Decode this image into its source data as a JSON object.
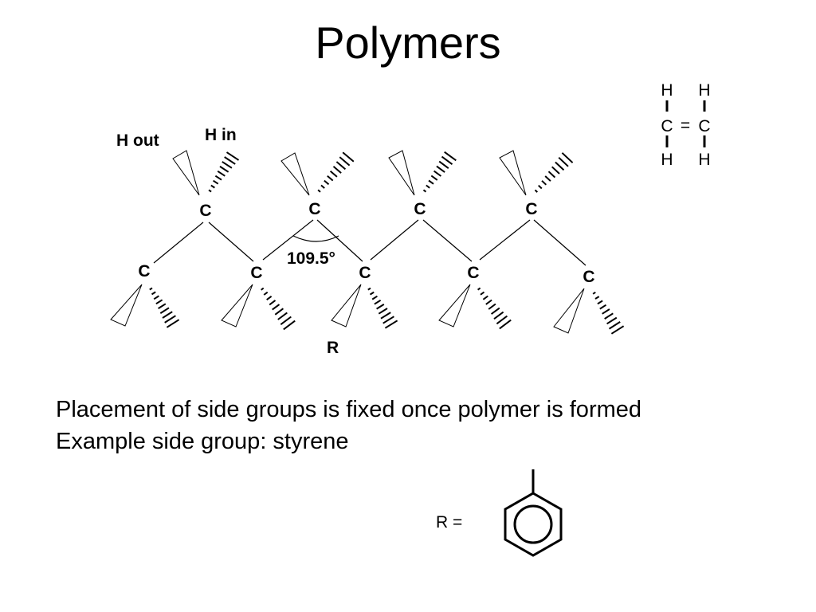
{
  "slide": {
    "title": "Polymers",
    "bullets": [
      "Placement of side groups is fixed once polymer is formed",
      "Example side group: styrene"
    ]
  },
  "chain_diagram": {
    "atom_symbol": "C",
    "h_out_label": "H out",
    "h_in_label": "H in",
    "angle_label": "109.5°",
    "side_group_label": "R"
  },
  "ethylene": {
    "h": "H",
    "c": "C",
    "double_bond": "="
  },
  "styrene": {
    "r_label": "R ="
  },
  "colors": {
    "ink": "#000000",
    "background": "#ffffff"
  }
}
